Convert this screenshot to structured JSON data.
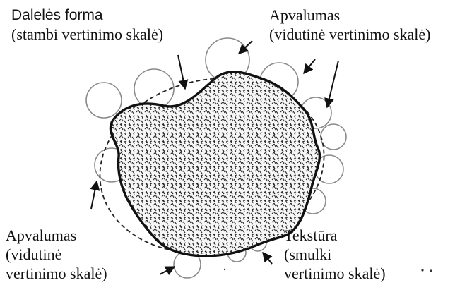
{
  "labels": {
    "top_left": {
      "title": "Dalelės forma",
      "sub": "(stambi vertinimo skalė)"
    },
    "top_right": {
      "title": "Apvalumas",
      "sub": "(vidutinė vertinimo skalė)"
    },
    "bottom_left": {
      "title": "Apvalumas",
      "sub1": "(vidutinė",
      "sub2": "vertinimo skalė)"
    },
    "bottom_right": {
      "title": "Tekstūra",
      "sub1": "(smulki",
      "sub2": "vertinimo skalė)"
    }
  },
  "colors": {
    "outline": "#111111",
    "circles": "#8a8a8a",
    "texture_stroke": "#2b2b2b",
    "background": "#ffffff"
  }
}
